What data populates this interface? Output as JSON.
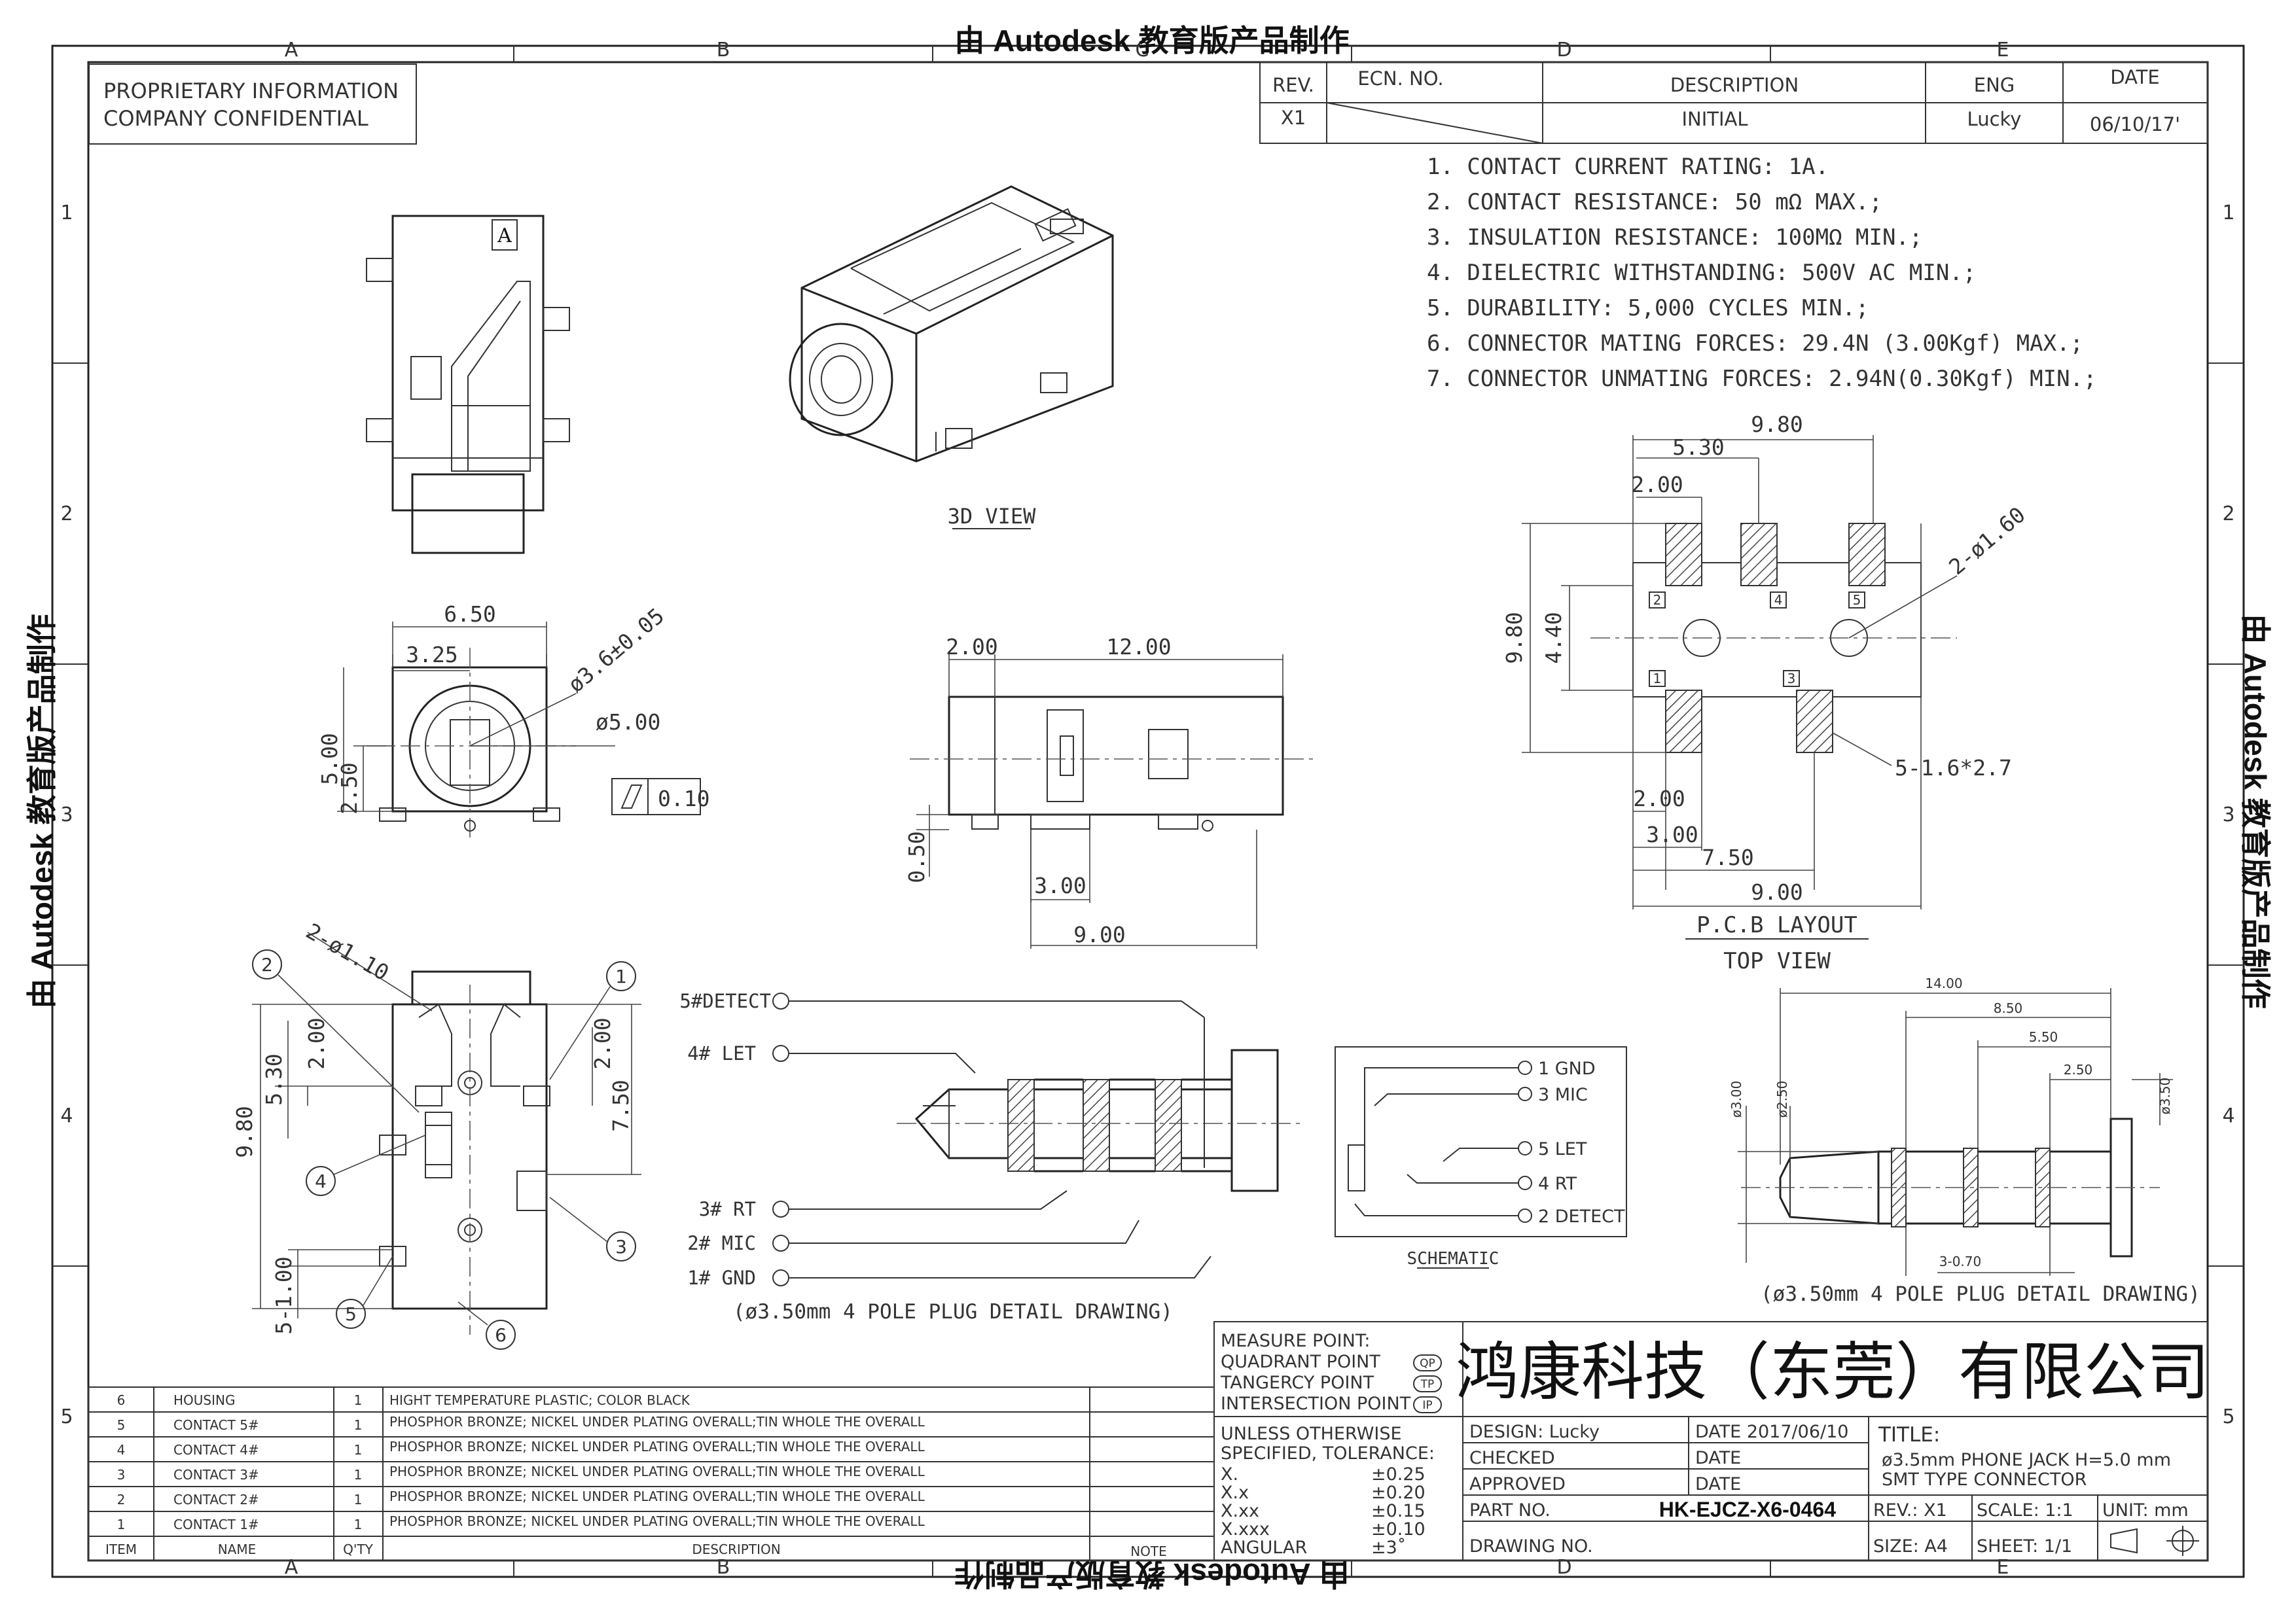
{
  "watermark": "由 Autodesk 教育版产品制作",
  "zones": {
    "columns": [
      "A",
      "B",
      "C",
      "D",
      "E"
    ],
    "rows": [
      "1",
      "2",
      "3",
      "4",
      "5"
    ]
  },
  "proprietary": {
    "line1": "PROPRIETARY INFORMATION",
    "line2": "COMPANY CONFIDENTIAL"
  },
  "revision": {
    "headers": {
      "rev": "REV.",
      "ecn": "ECN.  NO.",
      "desc": "DESCRIPTION",
      "eng": "ENG",
      "date": "DATE"
    },
    "row": {
      "rev": "X1",
      "ecn": "",
      "desc": "INITIAL",
      "eng": "Lucky",
      "date": "06/10/17'"
    }
  },
  "specs": [
    "1.  CONTACT  CURRENT  RATING:  1A.",
    "2.  CONTACT  RESISTANCE:  50  mΩ  MAX.;",
    "3.  INSULATION  RESISTANCE:  100MΩ  MIN.;",
    "4.  DIELECTRIC  WITHSTANDING:  500V  AC  MIN.;",
    "5.  DURABILITY:  5,000  CYCLES  MIN.;",
    "6.  CONNECTOR  MATING  FORCES:  29.4N  (3.00Kgf)  MAX.;",
    "7.  CONNECTOR  UNMATING  FORCES:  2.94N(0.30Kgf)  MIN.;"
  ],
  "views": {
    "view3d": "3D  VIEW",
    "pcb": "P.C.B  LAYOUT",
    "top": "TOP  VIEW",
    "schematic": "SCHEMATIC",
    "plug_detail": "(ø3.50mm  4  POLE  PLUG  DETAIL  DRAWING)",
    "plug_detail2": "(ø3.50mm  4  POLE  PLUG  DETAIL  DRAWING)"
  },
  "front_dims": {
    "w": "6.50",
    "half": "3.25",
    "h": "5.00",
    "hh": "2.50",
    "d1": "ø3.6±0.05",
    "d2": "ø5.00",
    "flat": "0.10"
  },
  "side_dims": {
    "a": "2.00",
    "b": "12.00",
    "c": "0.50",
    "d": "3.00",
    "e": "9.00"
  },
  "pcb_dims": {
    "w": "9.80",
    "a": "5.30",
    "b": "2.00",
    "h": "9.80",
    "v": "4.40",
    "holes": "2-ø1.60",
    "pads": "5-1.6*2.7",
    "c": "2.00",
    "d": "3.00",
    "e": "7.50",
    "f": "9.00",
    "pad_nums": [
      "2",
      "4",
      "5",
      "1",
      "3"
    ]
  },
  "bottom_dims": {
    "holes": "2-ø1.10",
    "a": "2.00",
    "b": "5.30",
    "c": "9.80",
    "d": "2.00",
    "e": "7.50",
    "f": "5-1.00",
    "balloons": [
      "1",
      "2",
      "3",
      "4",
      "5",
      "6"
    ]
  },
  "plug_labels": {
    "detect": "5#DETECT",
    "let": "4#  LET",
    "rt": "3#  RT",
    "mic": "2#  MIC",
    "gnd": "1#  GND"
  },
  "schematic_labels": [
    "1 GND",
    "3 MIC",
    "5 LET",
    "4 RT",
    "2 DETECT"
  ],
  "plug2_dims": {
    "a": "14.00",
    "b": "8.50",
    "c": "5.50",
    "d": "2.50",
    "e": "ø3.00",
    "f": "ø2.50",
    "g": "ø3.50",
    "h": "3-0.70"
  },
  "bom": {
    "headers": {
      "item": "ITEM",
      "name": "NAME",
      "qty": "Q'TY",
      "desc": "DESCRIPTION",
      "note": "NOTE"
    },
    "rows": [
      {
        "item": "6",
        "name": "HOUSING",
        "qty": "1",
        "desc": "HIGHT  TEMPERATURE  PLASTIC;  COLOR  BLACK"
      },
      {
        "item": "5",
        "name": "CONTACT  5#",
        "qty": "1",
        "desc": "PHOSPHOR  BRONZE;   NICKEL  UNDER  PLATING  OVERALL;TIN  WHOLE  THE    OVERALL"
      },
      {
        "item": "4",
        "name": "CONTACT  4#",
        "qty": "1",
        "desc": "PHOSPHOR  BRONZE;  NICKEL  UNDER  PLATING  OVERALL;TIN  WHOLE  THE    OVERALL"
      },
      {
        "item": "3",
        "name": "CONTACT  3#",
        "qty": "1",
        "desc": "PHOSPHOR  BRONZE;  NICKEL  UNDER  PLATING  OVERALL;TIN  WHOLE  THE    OVERALL"
      },
      {
        "item": "2",
        "name": "CONTACT  2#",
        "qty": "1",
        "desc": "PHOSPHOR  BRONZE;  NICKEL  UNDER  PLATING  OVERALL;TIN  WHOLE  THE    OVERALL"
      },
      {
        "item": "1",
        "name": "CONTACT  1#",
        "qty": "1",
        "desc": "PHOSPHOR  BRONZE;  NICKEL  UNDER  PLATING  OVERALL;TIN  WHOLE  THE    OVERALL"
      }
    ]
  },
  "measure": {
    "title": "MEASURE  POINT:",
    "qp": "QUADRANT  POINT",
    "tp": "TANGERCY  POINT",
    "ip": "INTERSECTION  POINT",
    "qp_tag": "QP",
    "tp_tag": "TP",
    "ip_tag": "IP"
  },
  "company": "鸿康科技（东莞）有限公司",
  "tolerance": {
    "title1": "UNLESS  OTHERWISE",
    "title2": "SPECIFIED,  TOLERANCE:",
    "rows": [
      {
        "k": "X.",
        "v": "±0.25"
      },
      {
        "k": "X.x",
        "v": "±0.20"
      },
      {
        "k": "X.xx",
        "v": "±0.15"
      },
      {
        "k": "X.xxx",
        "v": "±0.10"
      },
      {
        "k": "ANGULAR",
        "v": "±3˚"
      }
    ]
  },
  "title_block": {
    "design": "DESIGN:  Lucky",
    "date1": "DATE  2017/06/10",
    "checked": "CHECKED",
    "date2": "DATE",
    "approved": "APPROVED",
    "date3": "DATE",
    "partno_label": "PART  NO.",
    "partno": "HK-EJCZ-X6-0464",
    "drawing_no": "DRAWING  NO.",
    "title_label": "TITLE:",
    "title1": "ø3.5mm  PHONE  JACK  H=5.0  mm",
    "title2": "SMT  TYPE  CONNECTOR",
    "rev": "REV.:  X1",
    "scale": "SCALE:   1:1",
    "unit": "UNIT:   mm",
    "size": "SIZE:   A4",
    "sheet": "SHEET:   1/1"
  }
}
